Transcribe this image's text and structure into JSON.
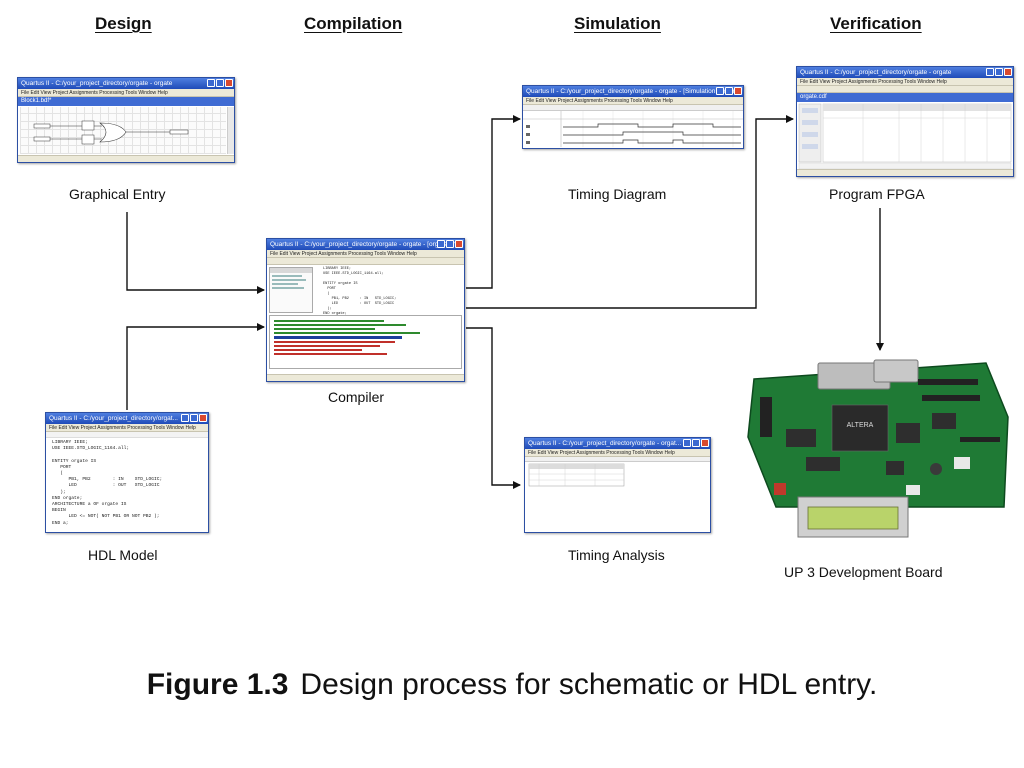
{
  "headers": {
    "design": "Design",
    "compilation": "Compilation",
    "simulation": "Simulation",
    "verification": "Verification"
  },
  "captions": {
    "graphical_entry": "Graphical Entry",
    "hdl_model": "HDL Model",
    "compiler": "Compiler",
    "timing_diagram": "Timing Diagram",
    "timing_analysis": "Timing Analysis",
    "program_fpga": "Program FPGA",
    "board": "UP 3  Development Board"
  },
  "windows": {
    "graphical": {
      "title": "Quartus II - C:/your_project_directory/orgate - orgate",
      "menu": "File  Edit  View  Project  Assignments  Processing  Tools  Window  Help",
      "doc": "Block1.bdf*"
    },
    "hdl": {
      "title": "Quartus II - C:/your_project_directory/orgat...",
      "menu": "File  Edit  View  Project  Assignments  Processing  Tools  Window  Help",
      "code": "LIBRARY IEEE;\nUSE IEEE.STD_LOGIC_1164.all;\n\nENTITY orgate IS\n   PORT\n   (\n      PB1, PB2        : IN    STD_LOGIC;\n      LED             : OUT   STD_LOGIC\n   );\nEND orgate;\nARCHITECTURE a OF orgate IS\nBEGIN\n      LED <= NOT( NOT PB1 OR NOT PB2 );\nEND a;"
    },
    "compiler": {
      "title": "Quartus II - C:/your_project_directory/orgate - orgate - [orgate.vhd]",
      "menu": "File  Edit  View  Project  Assignments  Processing  Tools  Window  Help",
      "code": "LIBRARY IEEE;\nUSE IEEE.STD_LOGIC_1164.all;\n\nENTITY orgate IS\n  PORT\n  (\n    PB1, PB2     : IN   STD_LOGIC;\n    LED          : OUT  STD_LOGIC\n  );\nEND orgate;\nARCHITECTURE a OF orgate IS\nBEGIN\n  LED <= NOT( NOT PB1 OR NOT PB2 );\nEND a;"
    },
    "timing_diagram": {
      "title": "Quartus II - C:/your_project_directory/orgate - orgate - [Simulation Report]",
      "menu": "File  Edit  View  Project  Assignments  Processing  Tools  Window  Help"
    },
    "timing_analysis": {
      "title": "Quartus II - C:/your_project_directory/orgate - orgat...",
      "menu": "File  Edit  View  Project  Assignments  Processing  Tools  Window  Help"
    },
    "program": {
      "title": "Quartus II - C:/your_project_directory/orgate - orgate",
      "menu": "File  Edit  View  Project  Assignments  Processing  Tools  Window  Help",
      "doc": "orgate.cdf"
    }
  },
  "board": {
    "pcb_color": "#1f7a35",
    "lcd_color": "#b9d36a"
  },
  "figure": {
    "number": "Figure 1.3",
    "text": "Design process for schematic or HDL entry."
  },
  "colors": {
    "titlebar": "#1f4bb8",
    "arrow": "#111111"
  }
}
